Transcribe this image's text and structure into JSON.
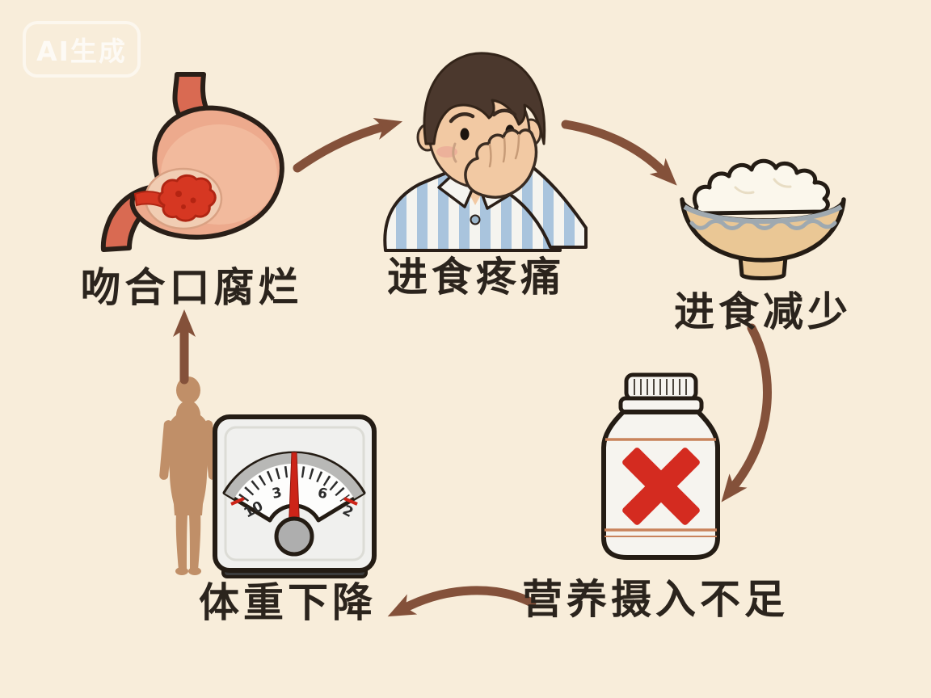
{
  "watermark": {
    "label": "AI生成"
  },
  "cycle": {
    "nodes": [
      {
        "label": "吻合口腐烂",
        "icon": "stomach-erosion-icon"
      },
      {
        "label": "进食疼痛",
        "icon": "man-covering-mouth-icon"
      },
      {
        "label": "进食减少",
        "icon": "rice-bowl-icon"
      },
      {
        "label": "营养摄入不足",
        "icon": "no-nutrition-bottle-icon"
      },
      {
        "label": "体重下降",
        "icon": "weight-scale-icon"
      }
    ]
  },
  "scale": {
    "dial_numbers": [
      "10",
      "3",
      "6",
      "2"
    ]
  },
  "colors": {
    "background": "#f8edda",
    "arrow_brown": "#84513a",
    "label_text": "#2b241d",
    "stomach_body": "#edaa8d",
    "stomach_tube": "#d96a52",
    "erosion_red": "#d63722",
    "pajama_stripe_blue": "#a9c4dd",
    "skin": "#f2c9a3",
    "hair_brown": "#4b382d",
    "bowl_tan": "#eac795",
    "bowl_band_gray": "#9fa9b0",
    "rice_white": "#fbf7ec",
    "bottle_white": "#f6f4ef",
    "bottle_label_line": "#c9835c",
    "cross_red": "#d42b20",
    "scale_body_gray": "#f0f0ee",
    "needle_red": "#cc2418",
    "silhouette_tan": "#c08f68"
  }
}
